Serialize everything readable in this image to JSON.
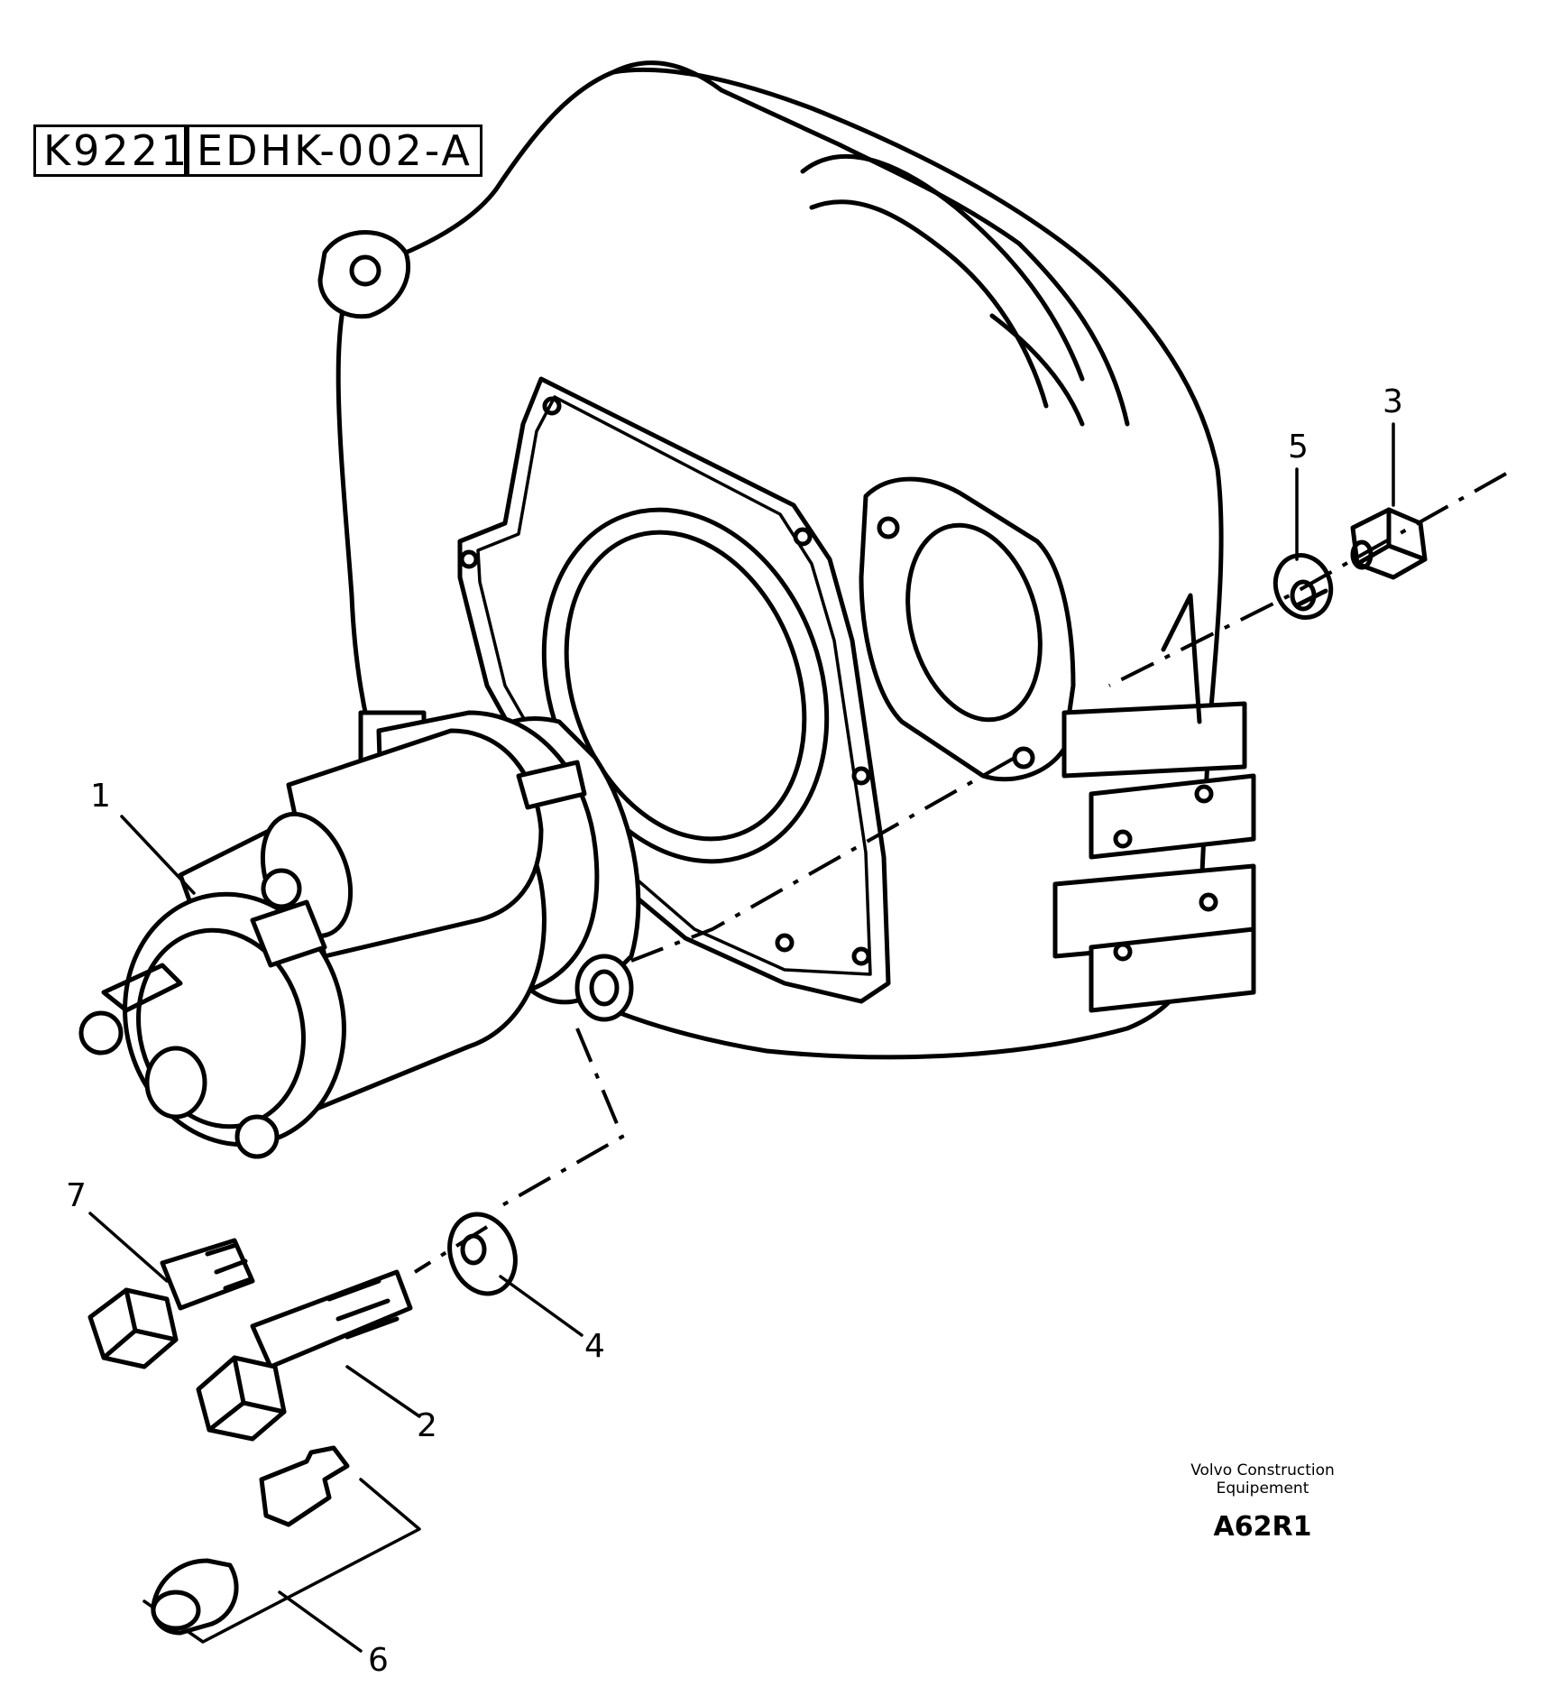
{
  "header": {
    "codes": [
      "K9221",
      "EDHK-002-A"
    ]
  },
  "callouts": [
    {
      "id": "1",
      "label": "1"
    },
    {
      "id": "2",
      "label": "2"
    },
    {
      "id": "3",
      "label": "3"
    },
    {
      "id": "4",
      "label": "4"
    },
    {
      "id": "5",
      "label": "5"
    },
    {
      "id": "6",
      "label": "6"
    },
    {
      "id": "7",
      "label": "7"
    }
  ],
  "footer": {
    "publisher_line1": "Volvo Construction",
    "publisher_line2": "Equipement",
    "figure_id": "A62R1"
  }
}
